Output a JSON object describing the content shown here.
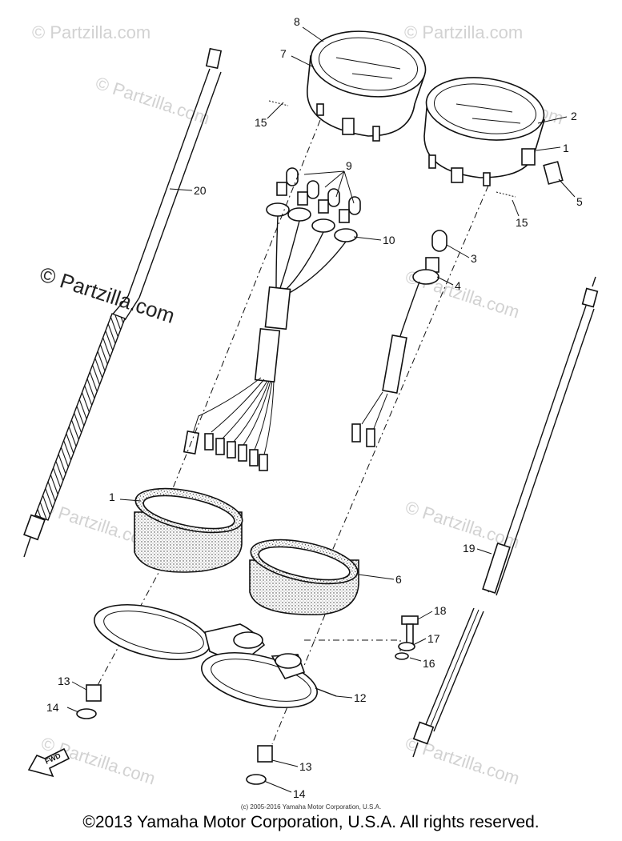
{
  "watermark": "© Partzilla.com",
  "callouts": {
    "c1a": "1",
    "c1b": "1",
    "c2": "2",
    "c3": "3",
    "c4": "4",
    "c5": "5",
    "c6": "6",
    "c7": "7",
    "c8": "8",
    "c9": "9",
    "c10": "10",
    "c12": "12",
    "c13a": "13",
    "c13b": "13",
    "c14a": "14",
    "c14b": "14",
    "c15a": "15",
    "c15b": "15",
    "c16": "16",
    "c17": "17",
    "c18": "18",
    "c19": "19",
    "c20": "20"
  },
  "fwd_label": "FWD",
  "footer": {
    "small": "(c) 2005-2016 Yamaha Motor Corporation, U.S.A.",
    "main": "©2013 Yamaha Motor Corporation, U.S.A. All rights reserved."
  }
}
